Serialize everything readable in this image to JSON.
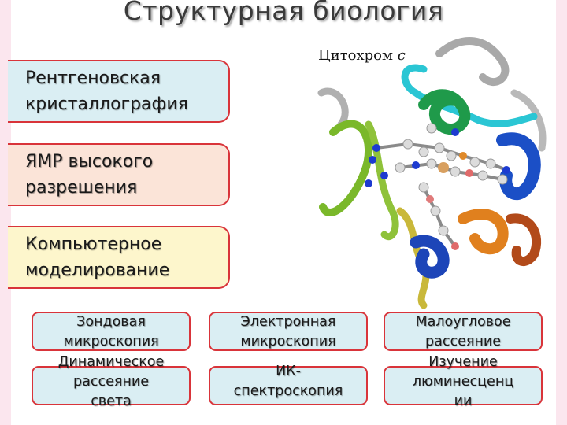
{
  "title": "Структурная биология",
  "protein": {
    "name": "Цитохром",
    "suffix": "c"
  },
  "methods_main": [
    {
      "line1": "Рентгеновская",
      "line2": "кристаллография"
    },
    {
      "line1": "ЯМР высокого",
      "line2": "разрешения"
    },
    {
      "line1": "Компьютерное",
      "line2": "моделирование"
    }
  ],
  "methods_small": [
    {
      "line1": "Зондовая",
      "line2": "микроскопия"
    },
    {
      "line1": "Электронная",
      "line2": "микроскопия"
    },
    {
      "line1": "Малоугловое",
      "line2": "рассеяние"
    },
    {
      "line1": "Динамическое",
      "line2": "рассеяние",
      "line3": "света"
    },
    {
      "line1": "ИК-",
      "line2": "спектроскопия"
    },
    {
      "line1": "Изучение",
      "line2": "люминесценц",
      "line3": "ии"
    }
  ],
  "colors": {
    "border": "#d9343a",
    "box_blue": "#daeef3",
    "box_peach": "#fbe4d8",
    "box_yellow": "#fdf6cc"
  }
}
